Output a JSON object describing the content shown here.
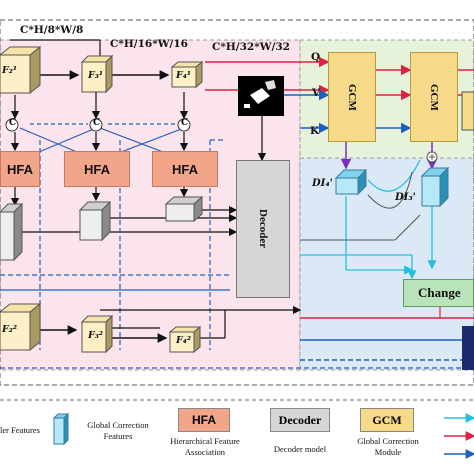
{
  "labels": {
    "dim1": "C*H/8*W/8",
    "dim2": "C*H/16*W/16",
    "dim3": "C*H/32*W/32",
    "q": "Q",
    "v": "V",
    "k": "K",
    "c": "C"
  },
  "features": {
    "top_left": "F₂¹",
    "top_mid": "F₃¹",
    "top_right": "F₄¹",
    "bot_left": "F₂²",
    "bot_mid": "F₃²",
    "bot_right": "F₄²",
    "di4": "DI₄'",
    "di3": "DI₃'"
  },
  "blocks": {
    "hfa": "HFA",
    "decoder": "Decoder",
    "gcm": "GCM",
    "change": "Change"
  },
  "legend": {
    "item1": "ler Features",
    "item2_line1": "Global Correction",
    "item2_line2": "Features",
    "item3_box": "HFA",
    "item3_line1": "Hierarchical Feature",
    "item3_line2": "Association",
    "item4_box": "Decoder",
    "item4_text": "Decoder model",
    "item5_box": "GCM",
    "item5_line1": "Global Correction",
    "item5_line2": "Module"
  },
  "colors": {
    "pink_bg": "#fce4ec",
    "blue_bg": "#dbe9f6",
    "green_bg": "#e6f2d9",
    "hfa": "#f3a58a",
    "gcm": "#f7d98a",
    "decoder": "#d6d6d6",
    "change": "#b9e3b9",
    "arrow_red": "#e02040",
    "arrow_blue": "#1f5fbf",
    "arrow_cyan": "#22c0e0",
    "arrow_purple": "#7a2fc0"
  }
}
